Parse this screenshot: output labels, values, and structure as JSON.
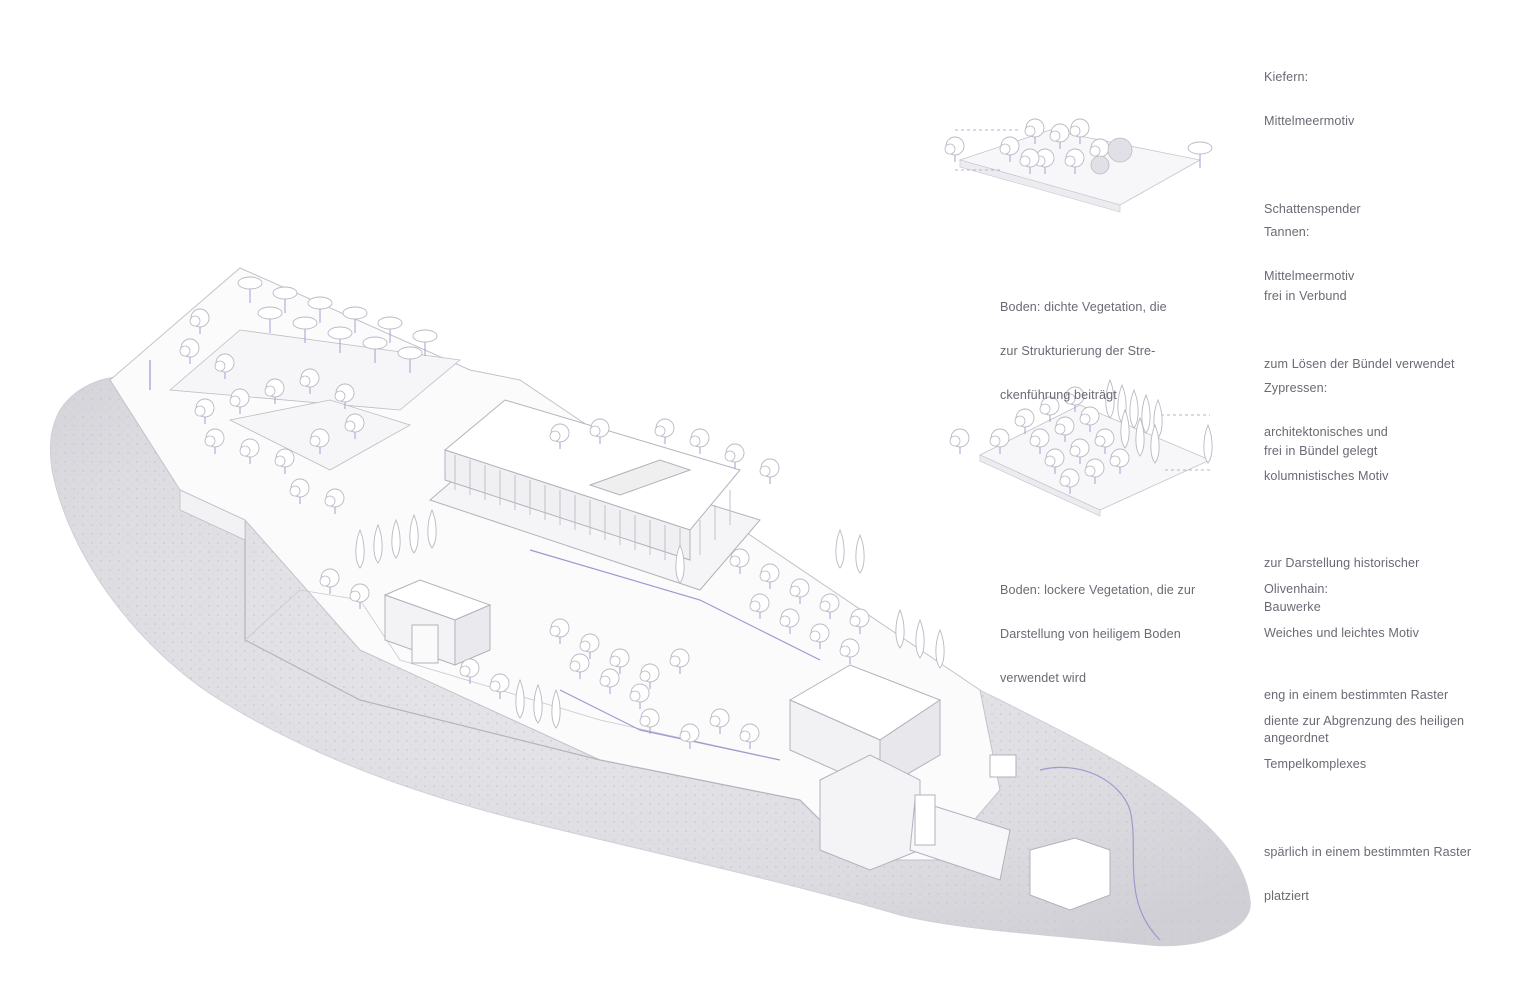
{
  "legend": {
    "kiefern": {
      "title": "Kiefern:",
      "lines": [
        "Mittelmeermotiv",
        "",
        "Schattenspender",
        "",
        "frei in Verbund"
      ]
    },
    "tannen": {
      "title": "Tannen:",
      "lines": [
        "Mittelmeermotiv",
        "",
        "zum Lösen der Bündel verwendet",
        "",
        "frei in Bündel gelegt"
      ]
    },
    "zypressen": {
      "title": "Zypressen:",
      "lines": [
        "architektonisches und",
        "kolumnistisches Motiv",
        "",
        "zur Darstellung historischer",
        "Bauwerke",
        "",
        "eng in einem bestimmten Raster",
        "angeordnet"
      ]
    },
    "olivenhain": {
      "title": "Olivenhain:",
      "lines": [
        "Weiches und leichtes Motiv",
        "",
        "diente zur Abgrenzung des heiligen",
        "Tempelkomplexes",
        "",
        "spärlich in einem bestimmten Raster",
        "platziert"
      ]
    }
  },
  "ground_labels": {
    "dense": [
      "Boden: dichte Vegetation, die",
      "zur Strukturierung der Stre-",
      "ckenführung beiträgt"
    ],
    "loose": [
      "Boden: lockere Vegetation, die zur",
      "Darstellung von heiligem Boden",
      "verwendet wird"
    ]
  },
  "icons": {
    "main": "acropolis-axonometric-icon",
    "vignette_top": "pine-forest-vignette-icon",
    "vignette_bottom": "cypress-olive-grid-vignette-icon"
  },
  "colors": {
    "line": "#b9b9c4",
    "accent": "#9a8fc6",
    "rock": "#d7d7dc",
    "text": "#6a6a74"
  }
}
